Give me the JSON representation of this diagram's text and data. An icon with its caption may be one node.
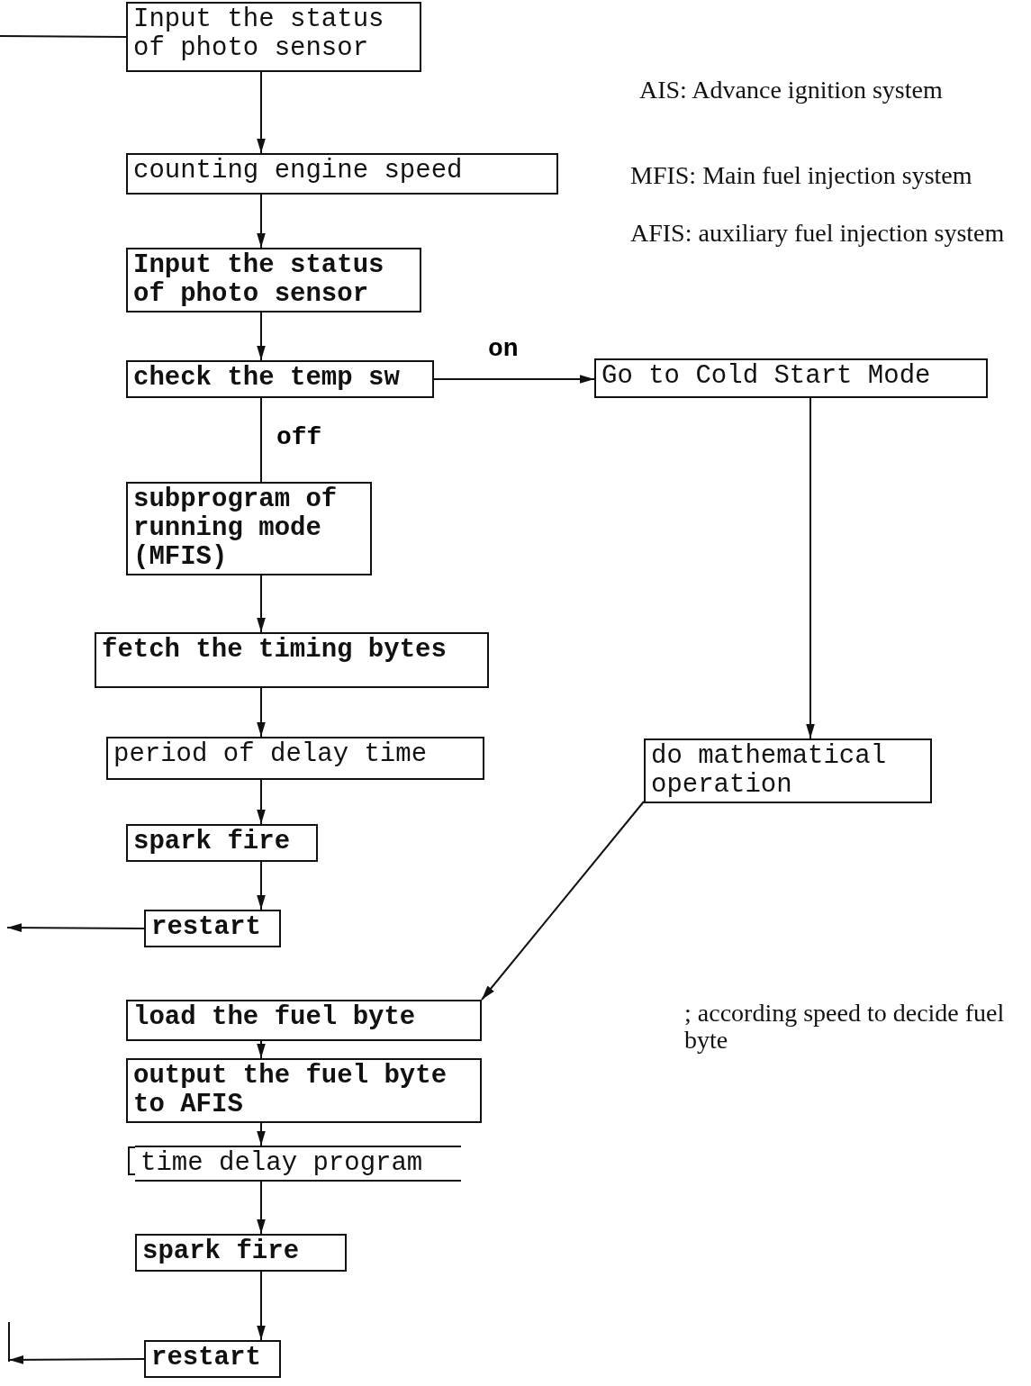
{
  "diagram": {
    "nodes": [
      {
        "text": [
          "Input the status of photo sensor"
        ]
      },
      {
        "text": [
          "counting engine speed"
        ]
      },
      {
        "text": [
          "Input the status of photo sensor"
        ]
      },
      {
        "text": [
          "check the temp sw"
        ]
      },
      {
        "text": [
          "Go to Cold Start Mode"
        ]
      },
      {
        "text": [
          "subprogram of running mode (MFIS)"
        ]
      },
      {
        "text": [
          "fetch the timing bytes"
        ]
      },
      {
        "text": [
          "period of delay time"
        ]
      },
      {
        "text": [
          "spark fire"
        ]
      },
      {
        "text": [
          "restart"
        ]
      },
      {
        "text": [
          "do mathematical operation"
        ]
      },
      {
        "text": [
          "load the fuel byte"
        ]
      },
      {
        "text": [
          "output the fuel byte to AFIS"
        ]
      },
      {
        "text": [
          "time delay program"
        ]
      },
      {
        "text": [
          "spark fire"
        ]
      },
      {
        "text": [
          "restart"
        ]
      }
    ],
    "edges": [
      {
        "from": null,
        "to": 0,
        "arrow": "none"
      },
      {
        "from": 0,
        "to": 1,
        "arrow": "to"
      },
      {
        "from": 1,
        "to": 2,
        "arrow": "to"
      },
      {
        "from": 2,
        "to": 3,
        "arrow": "to"
      },
      {
        "from": 3,
        "to": 4,
        "arrow": "to",
        "label": "on"
      },
      {
        "from": 3,
        "to": 5,
        "arrow": "none",
        "label": "off"
      },
      {
        "from": 5,
        "to": 6,
        "arrow": "to"
      },
      {
        "from": 6,
        "to": 7,
        "arrow": "to"
      },
      {
        "from": 7,
        "to": 8,
        "arrow": "to"
      },
      {
        "from": 8,
        "to": 9,
        "arrow": "to"
      },
      {
        "from": 9,
        "to": null,
        "arrow": "to"
      },
      {
        "from": 4,
        "to": 10,
        "arrow": "to"
      },
      {
        "from": 10,
        "to": 11,
        "arrow": "to"
      },
      {
        "from": 11,
        "to": 12,
        "arrow": "to"
      },
      {
        "from": 12,
        "to": 13,
        "arrow": "to"
      },
      {
        "from": 13,
        "to": 14,
        "arrow": "to"
      },
      {
        "from": 14,
        "to": 15,
        "arrow": "to"
      },
      {
        "from": 15,
        "to": null,
        "arrow": "to"
      }
    ],
    "labels": [
      "AIS: Advance ignition system",
      "MFIS: Main fuel injection system",
      "AFIS: auxiliary fuel injection system",
      "; according speed to decide fuel byte"
    ]
  }
}
